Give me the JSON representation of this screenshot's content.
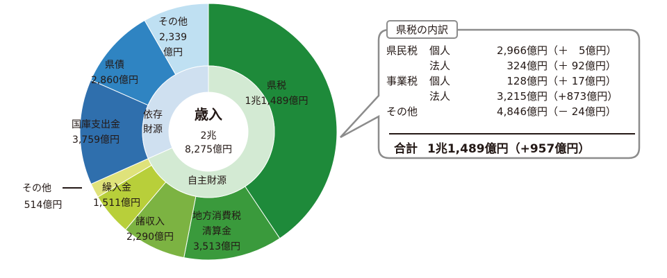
{
  "chart_data": {
    "type": "pie",
    "slices": [
      {
        "label": "県税",
        "value_label": "1兆1,489億円",
        "value": 11489,
        "color": "#1e8a3a",
        "group": "自主財源"
      },
      {
        "label": "地方消費税清算金",
        "value_label": "3,513億円",
        "value": 3513,
        "color": "#3a9a3c",
        "group": "自主財源"
      },
      {
        "label": "諸収入",
        "value_label": "2,290億円",
        "value": 2290,
        "color": "#7cb342",
        "group": "自主財源"
      },
      {
        "label": "繰入金",
        "value_label": "1,511億円",
        "value": 1511,
        "color": "#b8cf3a",
        "group": "自主財源"
      },
      {
        "label": "その他",
        "value_label": "514億円",
        "value": 514,
        "color": "#dfe27a",
        "group": "自主財源"
      },
      {
        "label": "国庫支出金",
        "value_label": "3,759億円",
        "value": 3759,
        "color": "#2f6fad",
        "group": "依存財源"
      },
      {
        "label": "県債",
        "value_label": "2,860億円",
        "value": 2860,
        "color": "#2f84c2",
        "group": "依存財源"
      },
      {
        "label": "その他",
        "value_label": "2,339億円",
        "value": 2339,
        "color": "#bfe0f2",
        "group": "依存財源"
      }
    ],
    "inner_ring": [
      {
        "label": "自主財源",
        "value": 19317,
        "color": "#d3ead3"
      },
      {
        "label": "依存財源",
        "value": 8958,
        "color": "#cfe0f0"
      }
    ],
    "center": {
      "title": "歳入",
      "line1": "2兆",
      "line2": "8,275億円"
    }
  },
  "labels": {
    "kenzei": {
      "name": "県税",
      "amount": "1兆1,489億円"
    },
    "chiho": {
      "name1": "地方消費税",
      "name2": "清算金",
      "amount": "3,513億円"
    },
    "shoshu": {
      "name": "諸収入",
      "amount": "2,290億円"
    },
    "kurii": {
      "name": "繰入金",
      "amount": "1,511億円"
    },
    "sonota_small": {
      "name": "その他",
      "amount": "514億円"
    },
    "kokko": {
      "name": "国庫支出金",
      "amount": "3,759億円"
    },
    "kensai": {
      "name": "県債",
      "amount": "2,860億円"
    },
    "sonota_top": {
      "name": "その他",
      "amount": "2,339",
      "unit": "億円"
    },
    "jishu": "自主財源",
    "izon1": "依存",
    "izon2": "財源"
  },
  "breakdown": {
    "title": "県税の内訳",
    "rows": [
      {
        "cat": "県民税",
        "sub": "個人",
        "amount": "2,966億円",
        "diff": "（＋　5億円）"
      },
      {
        "cat": "",
        "sub": "法人",
        "amount": "324億円",
        "diff": "（＋ 92億円）"
      },
      {
        "cat": "事業税",
        "sub": "個人",
        "amount": "128億円",
        "diff": "（＋ 17億円）"
      },
      {
        "cat": "",
        "sub": "法人",
        "amount": "3,215億円",
        "diff": "（+873億円）"
      },
      {
        "cat": "その他",
        "sub": "",
        "amount": "4,846億円",
        "diff": "（－ 24億円）"
      }
    ],
    "total_label": "合計",
    "total_value": "1兆1,489億円（+957億円）"
  }
}
